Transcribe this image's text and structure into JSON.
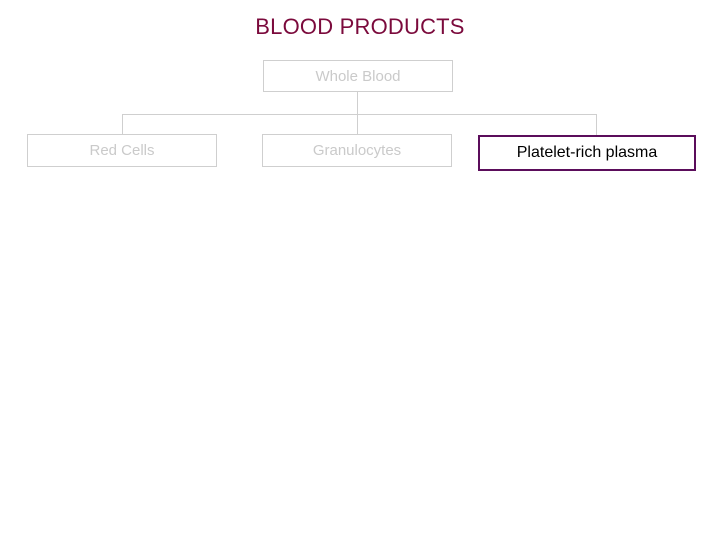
{
  "slide": {
    "title": "BLOOD PRODUCTS",
    "title_color": "#7b0a3c",
    "background": "#ffffff"
  },
  "diagram": {
    "type": "tree",
    "faded_color": "#cacaca",
    "faded_border": "#cfcfcf",
    "active_border": "#5b0d5b",
    "active_text": "#000000",
    "nodes": [
      {
        "id": "whole-blood",
        "label": "Whole Blood",
        "state": "faded"
      },
      {
        "id": "red-cells",
        "label": "Red Cells",
        "state": "faded"
      },
      {
        "id": "granulocytes",
        "label": "Granulocytes",
        "state": "faded"
      },
      {
        "id": "platelet-rich-plasma",
        "label": "Platelet-rich plasma",
        "state": "active"
      }
    ]
  }
}
